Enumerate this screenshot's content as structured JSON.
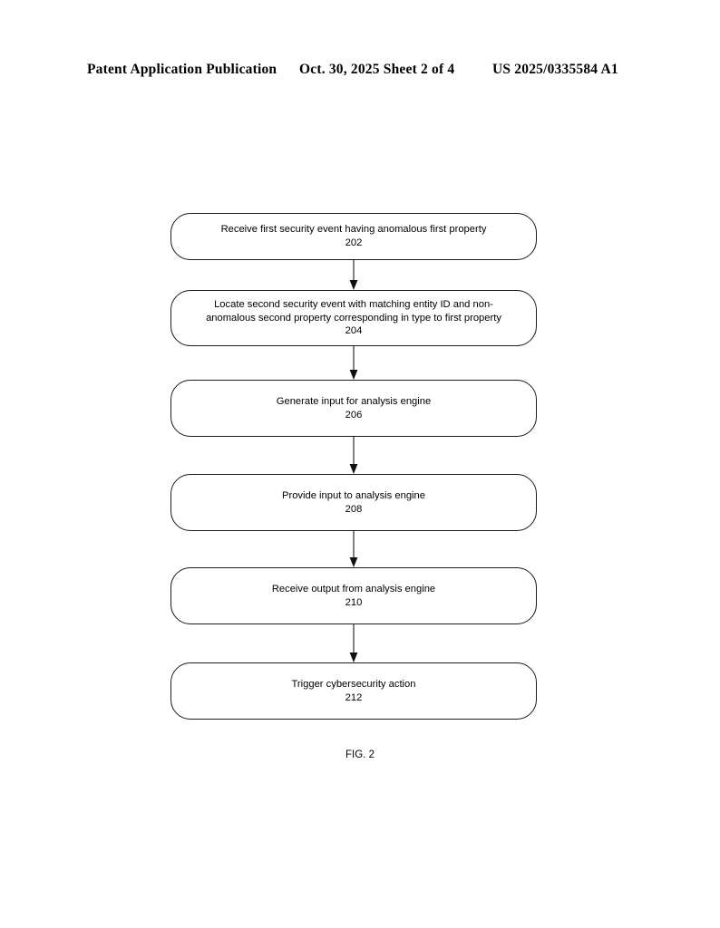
{
  "header": {
    "left": "Patent Application Publication",
    "middle": "Oct. 30, 2025  Sheet 2 of 4",
    "right": "US 2025/0335584 A1"
  },
  "figure": {
    "caption": "FIG. 2",
    "nodes": [
      {
        "id": "202",
        "text": "Receive first security event having anomalous first property",
        "number": "202"
      },
      {
        "id": "204",
        "text": "Locate second security event with matching entity ID and non-\nanomalous second property corresponding in type to first property",
        "number": "204"
      },
      {
        "id": "206",
        "text": "Generate input for analysis engine",
        "number": "206"
      },
      {
        "id": "208",
        "text": "Provide input to analysis engine",
        "number": "208"
      },
      {
        "id": "210",
        "text": "Receive output from analysis engine",
        "number": "210"
      },
      {
        "id": "212",
        "text": "Trigger cybersecurity action",
        "number": "212"
      }
    ],
    "connectors": [
      {
        "from": "202",
        "to": "204"
      },
      {
        "from": "204",
        "to": "206"
      },
      {
        "from": "206",
        "to": "208"
      },
      {
        "from": "208",
        "to": "210"
      },
      {
        "from": "210",
        "to": "212"
      }
    ]
  }
}
